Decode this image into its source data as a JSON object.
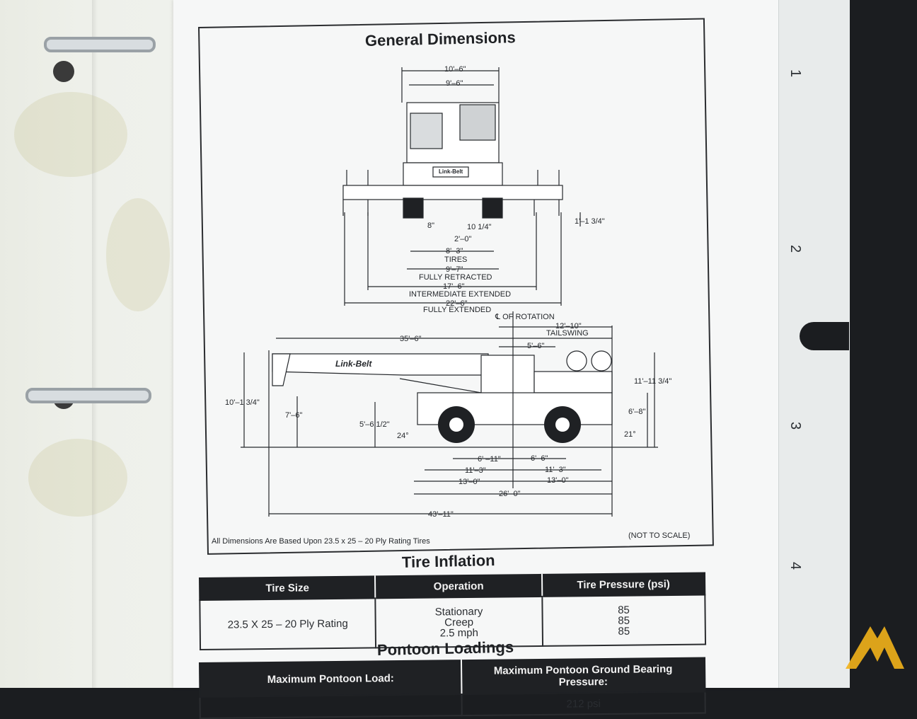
{
  "page": {
    "title": "General Dimensions",
    "note": "All Dimensions Are Based Upon 23.5 x 25 – 20 Ply Rating Tires",
    "scale_note": "(NOT TO SCALE)"
  },
  "tabs": [
    "1",
    "2",
    "3",
    "4"
  ],
  "diagram_front": {
    "labels": [
      "10'–6\"",
      "9'–6\"",
      "1'–1 3/4\"",
      "8\"",
      "10 1/4\"",
      "2'–0\"",
      "8'–3\"",
      "TIRES",
      "9'–7\"",
      "FULLY RETRACTED",
      "17'–6\"",
      "INTERMEDIATE EXTENDED",
      "22'–6\"",
      "FULLY EXTENDED"
    ],
    "brand": "Link-Belt"
  },
  "diagram_side": {
    "labels": [
      "℄ OF ROTATION",
      "12'–10\"",
      "TAILSWING",
      "35'–6\"",
      "5'–6\"",
      "11'–11 3/4\"",
      "10'–1 3/4\"",
      "7'–6\"",
      "5'–6 1/2\"",
      "6'–8\"",
      "24°",
      "21°",
      "6' –11\"",
      "6'–6\"",
      "11'–3\"",
      "11'–3\"",
      "13'–0\"",
      "13'–0\"",
      "26'–0\"",
      "43'–11\""
    ],
    "brand": "Link-Belt"
  },
  "tire_inflation": {
    "title": "Tire Inflation",
    "headers": [
      "Tire Size",
      "Operation",
      "Tire Pressure (psi)"
    ],
    "tire_size": "23.5 X 25 – 20 Ply Rating",
    "operations": [
      "Stationary",
      "Creep",
      "2.5 mph"
    ],
    "pressures": [
      "85",
      "85",
      "85"
    ]
  },
  "pontoon": {
    "title": "Pontoon Loadings",
    "headers": [
      "Maximum Pontoon Load:",
      "Maximum Pontoon Ground Bearing Pressure:"
    ],
    "partial_value": "212 psi"
  },
  "colors": {
    "ink": "#1f2124",
    "paper": "#f6f7f7",
    "binder": "#eef0ea"
  }
}
